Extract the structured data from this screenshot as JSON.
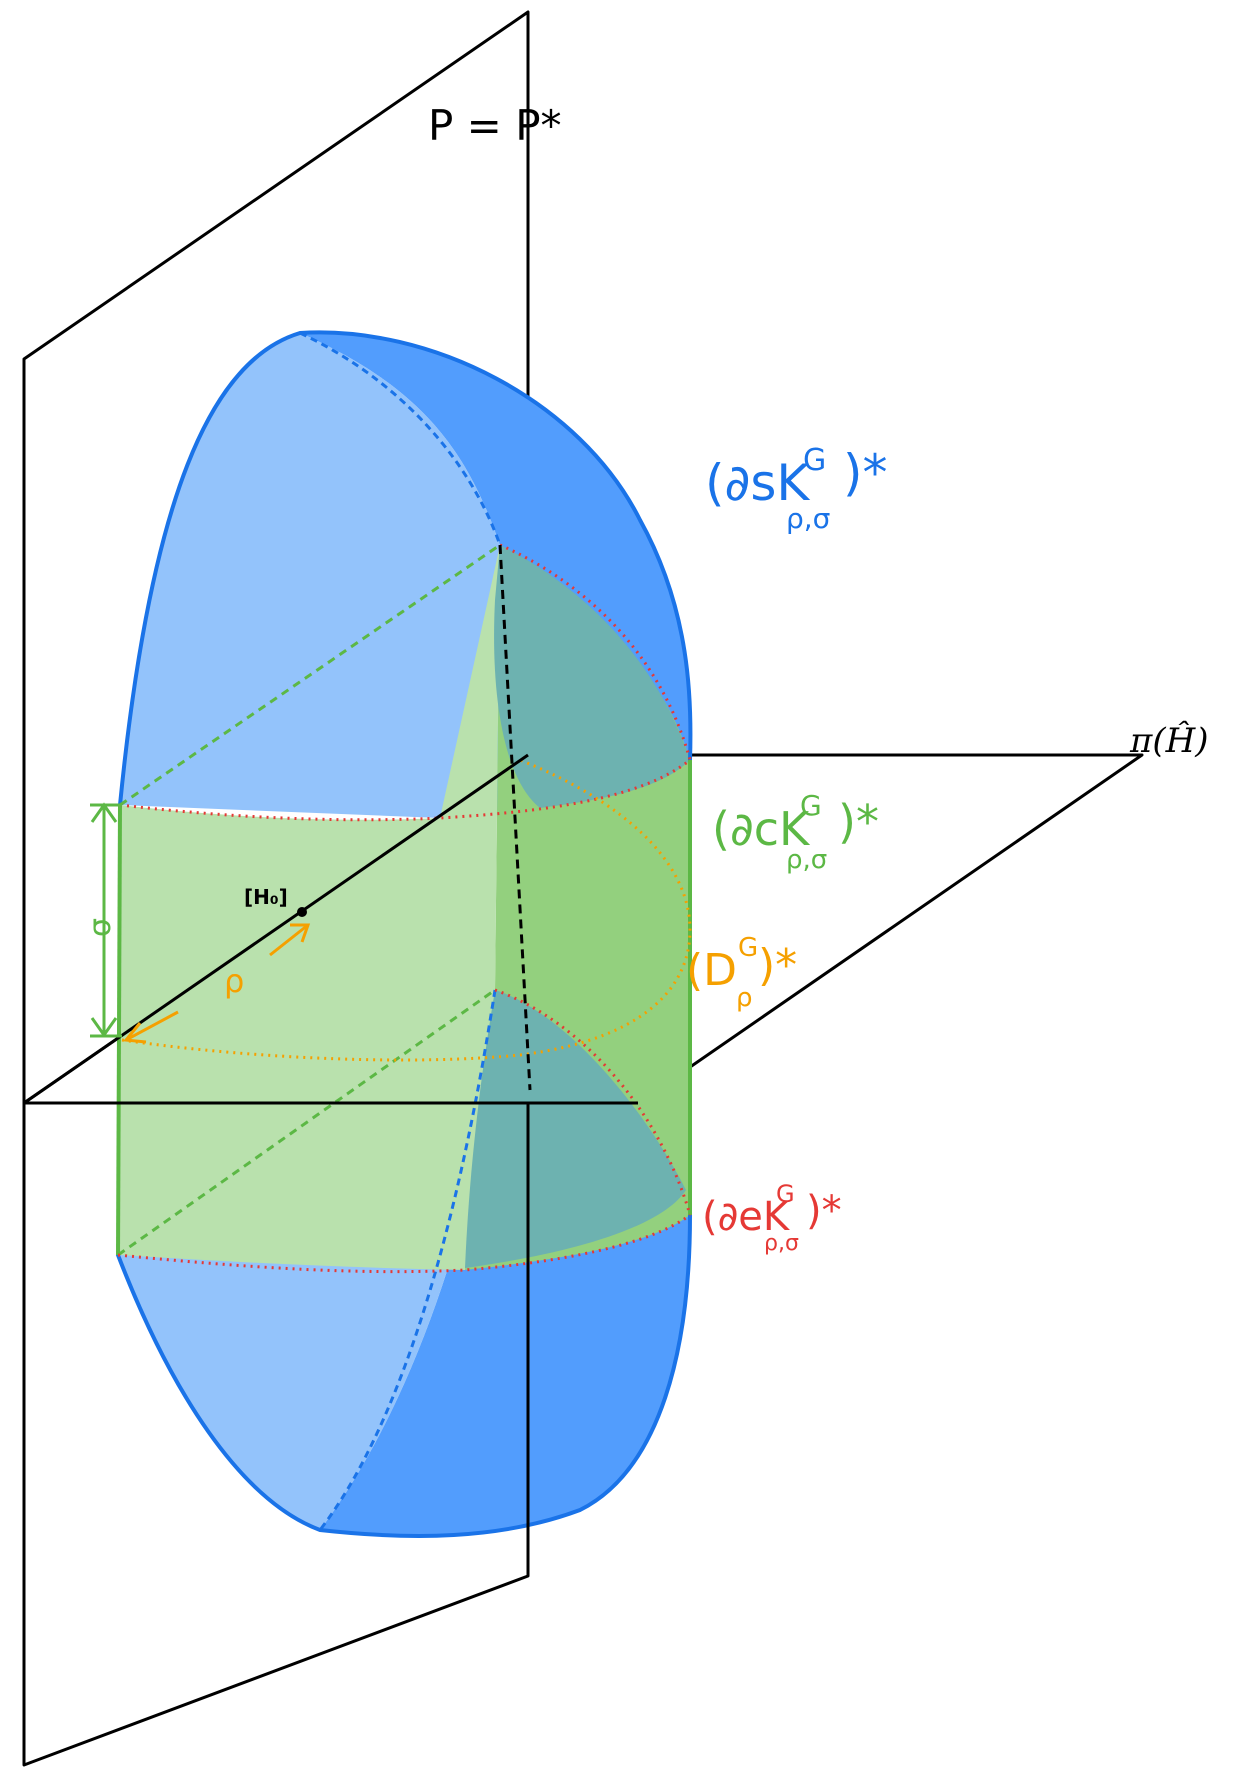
{
  "labels": {
    "plane_vertical": "P = P*",
    "axis_right": "π(Ĥ)",
    "surface_s": "(∂sK",
    "surface_s_sup": "G",
    "surface_s_sub": "ρ,σ",
    "surface_s_close": ")*",
    "surface_c": "(∂cK",
    "surface_c_sup": "G",
    "surface_c_sub": "ρ,σ",
    "surface_c_close": ")*",
    "disk_d": "(D",
    "disk_d_sup": "G",
    "disk_d_sub": "ρ",
    "disk_d_close": ")*",
    "surface_e": "(∂eK",
    "surface_e_sup": "G",
    "surface_e_sub": "ρ,σ",
    "surface_e_close": ")*",
    "center": "[H₀]",
    "rho": "ρ",
    "sigma": "σ"
  },
  "colors": {
    "blue": "#1a73e8",
    "blue_fill_light": "#93c3fb",
    "blue_fill_dark": "#529dfd",
    "green": "#5cb845",
    "green_fill_light": "#b9e1ad",
    "green_fill_dark": "#93d07e",
    "teal_fill": "#6db2b0",
    "orange": "#f5a000",
    "red": "#e53935",
    "black": "#000000"
  }
}
